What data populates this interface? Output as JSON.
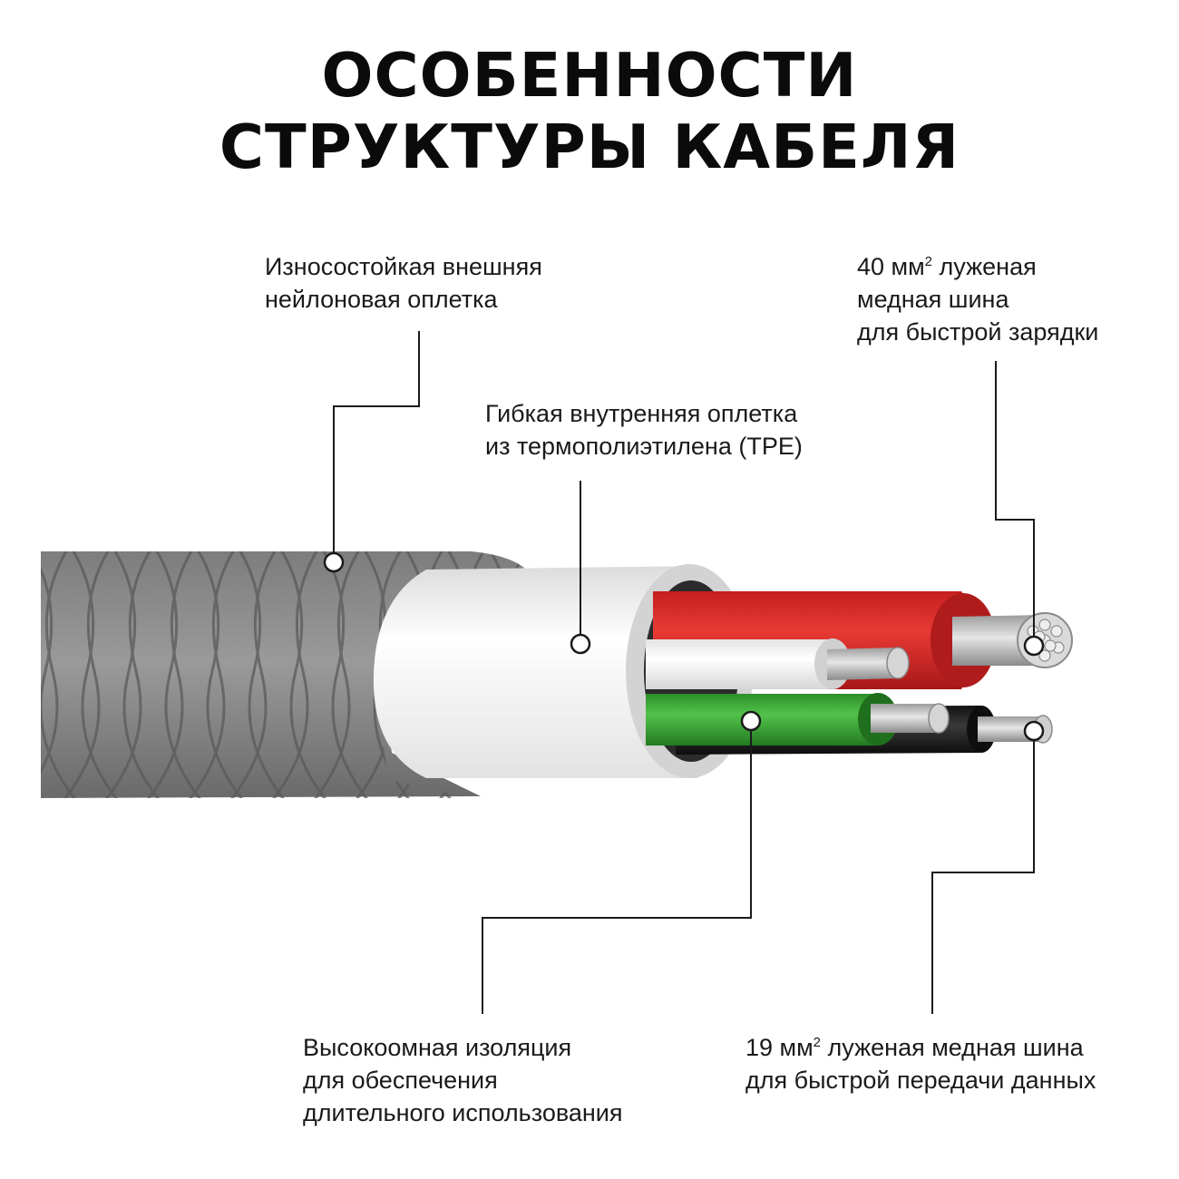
{
  "title": {
    "line1": "ОСОБЕННОСТИ",
    "line2": "СТРУКТУРЫ  КАБЕЛЯ"
  },
  "labels": {
    "outer_braid": {
      "line1": "Износостойкая внешняя",
      "line2": "нейлоновая оплетка"
    },
    "inner_braid": {
      "line1": "Гибкая внутренняя оплетка",
      "line2": "из термополиэтилена (TPE)"
    },
    "charging_bus": {
      "line1_pre": "40 мм",
      "line1_sup": "2",
      "line1_post": " луженая",
      "line2": "медная шина",
      "line3": "для быстрой зарядки"
    },
    "insulation": {
      "line1": "Высокоомная изоляция",
      "line2": "для обеспечения",
      "line3": "длительного использования"
    },
    "data_bus": {
      "line1_pre": "19 мм",
      "line1_sup": "2",
      "line1_post": " луженая медная шина",
      "line2": "для быстрой передачи данных"
    }
  },
  "colors": {
    "braid": "#8a8a8a",
    "braid_dark": "#5e5e5e",
    "inner_jacket": "#f4f4f4",
    "wire_red": "#d92b2b",
    "wire_white": "#f7f7f7",
    "wire_green": "#3aa836",
    "wire_black": "#1c1c1c",
    "copper_tin": "#c9c9c9"
  }
}
